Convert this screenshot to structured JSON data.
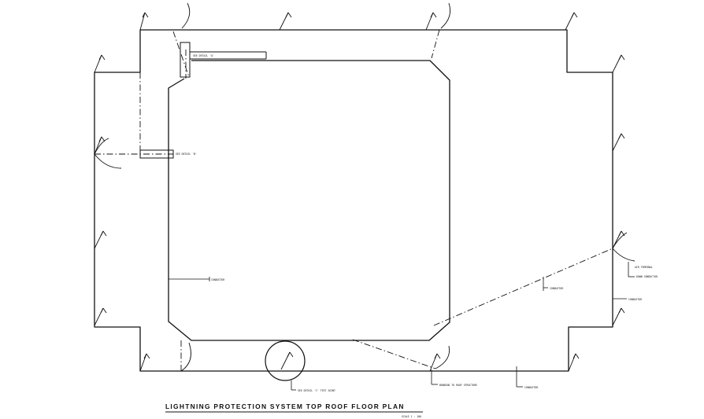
{
  "drawing": {
    "title": "LIGHTNING PROTECTION SYSTEM TOP ROOF FLOOR PLAN",
    "scale_note": "SCALE 1 : 100",
    "stroke_color": "#111111",
    "background_color": "#ffffff"
  },
  "callouts": {
    "detail_1": "SEE DETAIL 'A'",
    "detail_2": "SEE DETAIL 'B'",
    "conductor_inner": "CONDUCTOR",
    "conductor_diag": "CONDUCTOR",
    "down_conductor": "DOWN CONDUCTOR",
    "conductor_right": "CONDUCTOR",
    "conductor_bottom": "CONDUCTOR",
    "test_joint": "SEE DETAIL 'C' TEST JOINT",
    "bonding": "BONDING TO ROOF STRUCTURE",
    "air_terminal": "AIR TERMINAL"
  }
}
